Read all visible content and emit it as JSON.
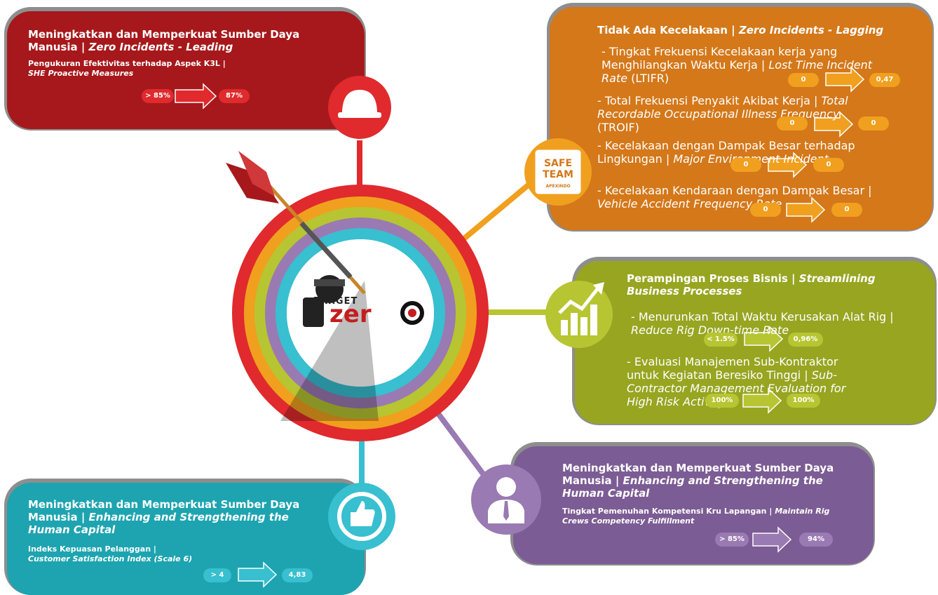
{
  "colors": {
    "red": "#a6181b",
    "red_accent": "#e02a2e",
    "orange": "#d4781a",
    "orange_accent": "#f0a01e",
    "green": "#97a521",
    "green_accent": "#b7c532",
    "purple": "#7c5c94",
    "purple_accent": "#9a7ab2",
    "teal": "#1da4b0",
    "teal_accent": "#38bfd0"
  },
  "center_logo": {
    "top_text": "TARGET",
    "main_text": "zer"
  },
  "red_panel": {
    "title_main": "Meningkatkan dan Memperkuat Sumber Daya Manusia | ",
    "title_italic": "Zero Incidents - Leading",
    "item_label": "Pengukuran Efektivitas terhadap Aspek K3L |",
    "item_label_italic": "SHE Proactive Measures",
    "target": "> 85%",
    "actual": "87%",
    "icon": "hard-hat-icon"
  },
  "orange_panel": {
    "title_main": "Tidak Ada Kecelakaan | ",
    "title_italic": "Zero Incidents - Lagging",
    "icon": "safe-team-badge-icon",
    "badge_line1": "SAFE",
    "badge_line2": "TEAM",
    "badge_line3": "APEXINDO",
    "items": [
      {
        "label": "- Tingkat Frekuensi Kecelakaan kerja yang Menghilangkan Waktu Kerja | ",
        "italic": "Lost Time Incident Rate",
        "suffix": " (LTIFR)",
        "target": "0",
        "actual": "0,47"
      },
      {
        "label": "- Total Frekuensi Penyakit Akibat Kerja | ",
        "italic": "Total Recordable Occupational Illness Frequency",
        "suffix": " (TROIF)",
        "target": "0",
        "actual": "0"
      },
      {
        "label": "- Kecelakaan dengan Dampak Besar terhadap Lingkungan | ",
        "italic": "Major Environment Incident",
        "suffix": "",
        "target": "0",
        "actual": "0"
      },
      {
        "label": "- Kecelakaan Kendaraan dengan Dampak Besar | ",
        "italic": "Vehicle Accident Frequency Rate",
        "suffix": "",
        "target": "0",
        "actual": "0"
      }
    ]
  },
  "green_panel": {
    "title_main": "Perampingan Proses Bisnis | ",
    "title_italic": "Streamlining Business Processes",
    "icon": "growth-chart-icon",
    "items": [
      {
        "label": "- Menurunkan Total Waktu Kerusakan Alat Rig | ",
        "italic": "Reduce Rig Down-time Rate",
        "target": "< 1.5%",
        "actual": "0,96%"
      },
      {
        "label": "- Evaluasi Manajemen Sub-Kontraktor untuk Kegiatan Beresiko Tinggi | ",
        "italic": "Sub-Contractor Management Evaluation for High Risk Activity",
        "target": "100%",
        "actual": "100%"
      }
    ]
  },
  "purple_panel": {
    "title_main": "Meningkatkan dan Memperkuat Sumber Daya Manusia | ",
    "title_italic": "Enhancing and Strengthening the Human Capital",
    "icon": "businessman-icon",
    "item_label": "Tingkat Pemenuhan Kompetensi Kru Lapangan | ",
    "item_italic": "Maintain Rig Crews Competency Fulfillment",
    "target": "> 85%",
    "actual": "94%"
  },
  "teal_panel": {
    "title_main": "Meningkatkan dan Memperkuat Sumber Daya Manusia | ",
    "title_italic": "Enhancing and Strengthening the Human Capital",
    "icon": "thumbs-up-badge-icon",
    "item_label": "Indeks Kepuasan Pelanggan |",
    "item_italic": "Customer Satisfaction Index (Scale 6)",
    "target": "> 4",
    "actual": "4,83"
  }
}
